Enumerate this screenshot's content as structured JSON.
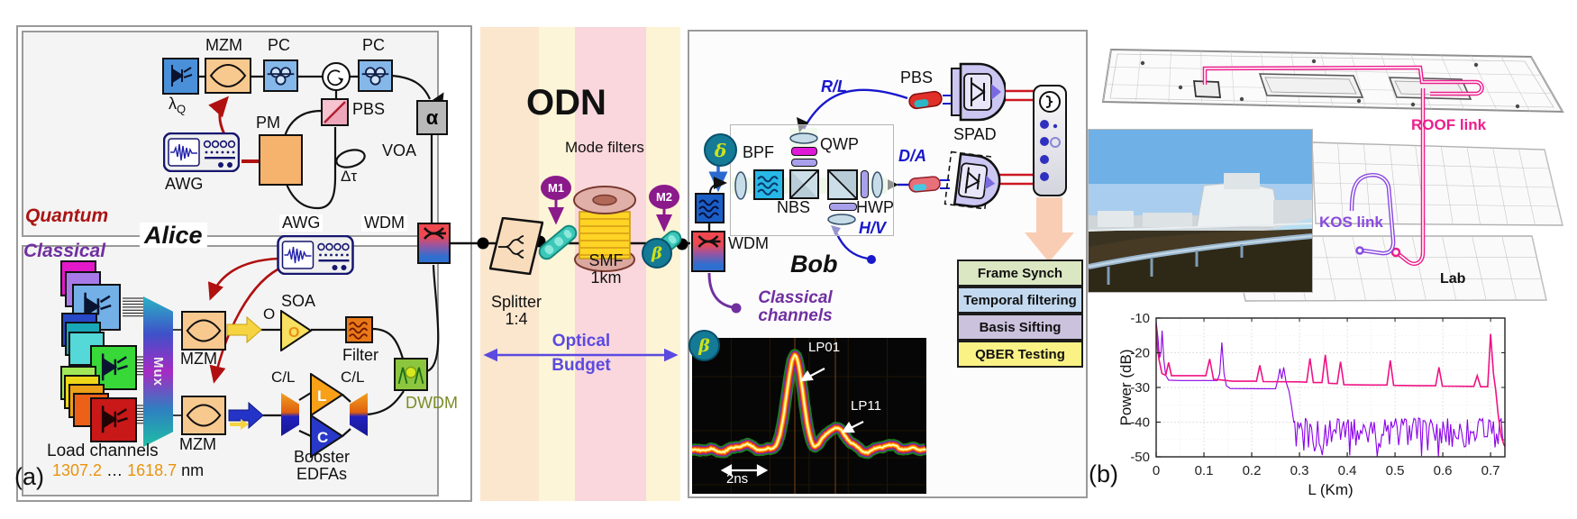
{
  "figure": {
    "panel_a_tag": "(a)",
    "panel_b_tag": "(b)"
  },
  "panel_a": {
    "title": "Alice",
    "quantum": "Quantum",
    "classical": "Classical",
    "comp": {
      "mzm": "MZM",
      "pc": "PC",
      "lambda": "λ",
      "lambda_sub": "Q",
      "pm": "PM",
      "pbs": "PBS",
      "awg": "AWG",
      "dtau": "Δτ",
      "voa": "VOA",
      "alpha": "α",
      "wdm": "WDM",
      "mux": "Mux",
      "soa": "SOA",
      "o_band": "O",
      "amp_l": "L",
      "amp_c": "C",
      "filter": "Filter",
      "cl": "C/L",
      "booster1": "Booster",
      "booster2": "EDFAs",
      "dwdm": "DWDM",
      "load_channels": "Load channels",
      "wl_from": "1307.2",
      "wl_dots": " … ",
      "wl_to": "1618.7",
      "wl_unit": " nm"
    }
  },
  "odn": {
    "title": "ODN",
    "mode_filters": "Mode filters",
    "m1": "M1",
    "m2": "M2",
    "splitter1": "Splitter",
    "splitter2": "1:4",
    "smf1": "SMF",
    "smf2": "1km",
    "budget1": "Optical",
    "budget2": "Budget",
    "beta": "β",
    "delta": "δ"
  },
  "bob": {
    "title": "Bob",
    "rl": "R/L",
    "da": "D/A",
    "hv": "H/V",
    "pbs": "PBS",
    "spad": "SPAD",
    "bpf": "BPF",
    "qwp": "QWP",
    "nbs": "NBS",
    "hwp": "HWP",
    "wdm": "WDM",
    "classical1": "Classical",
    "classical2": "channels",
    "steps": [
      {
        "label": "Frame Synch",
        "color": "#dbe7c2"
      },
      {
        "label": "Temporal filtering",
        "color": "#c3d9f0"
      },
      {
        "label": "Basis Sifting",
        "color": "#cbc2de"
      },
      {
        "label": "QBER Testing",
        "color": "#fbf286"
      }
    ],
    "scope": {
      "lp01": "LP01",
      "lp11": "LP11",
      "timebase": "2ns"
    }
  },
  "right": {
    "roof_link": "ROOF link",
    "kos_link": "KOS link",
    "lab": "Lab"
  },
  "colors": {
    "quantum": "#aa1414",
    "classical_purple": "#7030a0",
    "budget": "#5b4ae0",
    "roof_link": "#ec1e8c",
    "kos_link": "#8a4ae0",
    "basis_blue": "#1818cc",
    "red_arrow": "#b01010"
  },
  "icons": {
    "laser-diode-icon": "diode triangle with emission arrows",
    "awg-screen-icon": "waveform burst screen",
    "pc-loops-icon": "three polarization loops",
    "circulator-icon": "circular arrow",
    "clock-icon": "clock squiggle",
    "splitter-tree-icon": "1x4 split tree",
    "mode-filter-icon": "tilted grating bar",
    "spool-icon": "fiber spool",
    "spad-diode-icon": "single photon avalanche diode",
    "wdm-cross-icon": "wavelength cross combiner",
    "filter-wave-icon": "wavy filter lines",
    "mux-icon": "multiplexer trapezoid",
    "dwdm-peaks-icon": "spectral peaks"
  },
  "chart_data": [
    {
      "type": "line",
      "title": "OTDR traces of deployed links",
      "xlabel": "L (Km)",
      "ylabel": "Power (dB)",
      "xlim": [
        0,
        0.73
      ],
      "ylim": [
        -50,
        -10
      ],
      "xticks": [
        0,
        0.1,
        0.2,
        0.3,
        0.4,
        0.5,
        0.6,
        0.7
      ],
      "yticks": [
        -50,
        -40,
        -30,
        -20,
        -10
      ],
      "grid": true,
      "legend_position": "none",
      "series": [
        {
          "name": "KOS link",
          "color": "#8a00e8",
          "points": [
            [
              0,
              -11
            ],
            [
              0.004,
              -16
            ],
            [
              0.007,
              -21.5
            ],
            [
              0.01,
              -20
            ],
            [
              0.0125,
              -13.6
            ],
            [
              0.016,
              -22
            ],
            [
              0.02,
              -26.5
            ],
            [
              0.026,
              -27.9
            ],
            [
              0.05,
              -28
            ],
            [
              0.128,
              -28
            ],
            [
              0.133,
              -26
            ],
            [
              0.1375,
              -17
            ],
            [
              0.142,
              -26
            ],
            [
              0.147,
              -29.5
            ],
            [
              0.155,
              -30.3
            ],
            [
              0.25,
              -30.4
            ],
            [
              0.256,
              -27
            ],
            [
              0.259,
              -24.6
            ],
            [
              0.263,
              -27.5
            ],
            [
              0.267,
              -24.2
            ],
            [
              0.272,
              -28.5
            ],
            [
              0.278,
              -31
            ],
            [
              0.283,
              -35
            ],
            [
              0.288,
              -40
            ]
          ],
          "noise": {
            "from": 0.29,
            "to": 0.73,
            "mean": -43,
            "amplitude": 5,
            "dip_floor": -50
          }
        },
        {
          "name": "ROOF link",
          "color": "#f01284",
          "points": [
            [
              0,
              -12
            ],
            [
              0.003,
              -19
            ],
            [
              0.006,
              -22
            ],
            [
              0.012,
              -26
            ],
            [
              0.02,
              -26.5
            ],
            [
              0.026,
              -22.8
            ],
            [
              0.032,
              -26.6
            ],
            [
              0.06,
              -26.6
            ],
            [
              0.104,
              -26.6
            ],
            [
              0.112,
              -21.8
            ],
            [
              0.12,
              -27.6
            ],
            [
              0.16,
              -28.2
            ],
            [
              0.21,
              -28.2
            ],
            [
              0.217,
              -23.6
            ],
            [
              0.224,
              -28.3
            ],
            [
              0.3,
              -28.4
            ],
            [
              0.315,
              -28.5
            ],
            [
              0.322,
              -21.6
            ],
            [
              0.329,
              -28.6
            ],
            [
              0.347,
              -28.6
            ],
            [
              0.354,
              -20.6
            ],
            [
              0.361,
              -28.8
            ],
            [
              0.379,
              -28.9
            ],
            [
              0.386,
              -22.6
            ],
            [
              0.393,
              -29.2
            ],
            [
              0.45,
              -29.3
            ],
            [
              0.483,
              -29.3
            ],
            [
              0.49,
              -22.2
            ],
            [
              0.497,
              -29.4
            ],
            [
              0.55,
              -29.5
            ],
            [
              0.585,
              -29.5
            ],
            [
              0.592,
              -24.2
            ],
            [
              0.599,
              -29.6
            ],
            [
              0.665,
              -29.7
            ],
            [
              0.672,
              -26.6
            ],
            [
              0.679,
              -29.8
            ],
            [
              0.694,
              -29.8
            ],
            [
              0.7,
              -14.6
            ],
            [
              0.706,
              -26
            ],
            [
              0.711,
              -31
            ],
            [
              0.716,
              -38
            ],
            [
              0.722,
              -44
            ],
            [
              0.728,
              -46.5
            ],
            [
              0.73,
              -47
            ]
          ]
        }
      ]
    },
    {
      "type": "line",
      "title": "mode impulse response (persistence oscilloscope, β point)",
      "timebase_per_div": "2ns",
      "annotations": [
        "LP01",
        "LP11"
      ],
      "baseline_y": 123,
      "peaks": [
        {
          "label": "LP01",
          "x": 114,
          "top_y": 15,
          "sigma": 8.5
        },
        {
          "label": "LP11",
          "x": 159,
          "top_y": 100,
          "sigma": 12
        }
      ],
      "undershoot": {
        "x": 137,
        "depth": 8,
        "sigma": 6.5
      },
      "cursor_x": [
        114,
        159
      ]
    }
  ]
}
